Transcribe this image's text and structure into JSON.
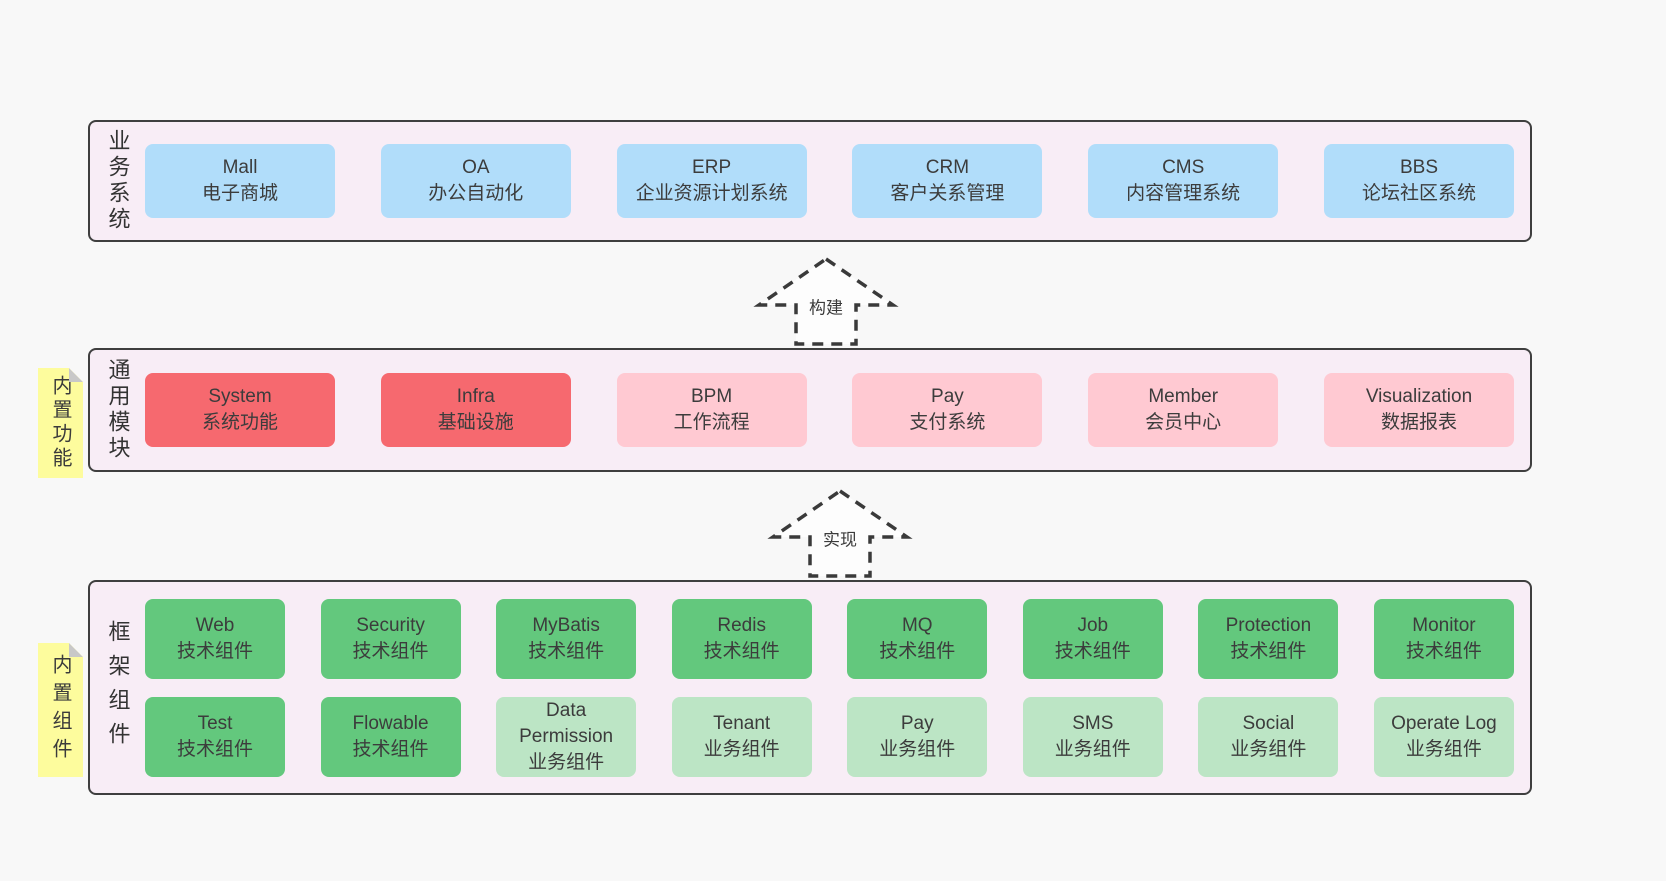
{
  "palette": {
    "page_bg": "#f8f8f8",
    "band_bg": "#f8edf6",
    "band_border": "#3f3f3f",
    "blue": "#b1ddfa",
    "red": "#f6696f",
    "pink": "#ffc9d2",
    "green": "#63c87d",
    "green_light": "#bce5c5",
    "yellow_note": "#fdfc9d",
    "note_fold": "#c8c8c8",
    "arrow_stroke": "#3a3a3a",
    "text": "#3c3c3c"
  },
  "arrows": {
    "build": "构建",
    "implement": "实现"
  },
  "bands": {
    "business": {
      "label": "业务系统",
      "boxes": [
        {
          "name": "Mall",
          "subtitle": "电子商城"
        },
        {
          "name": "OA",
          "subtitle": "办公自动化"
        },
        {
          "name": "ERP",
          "subtitle": "企业资源计划系统"
        },
        {
          "name": "CRM",
          "subtitle": "客户关系管理"
        },
        {
          "name": "CMS",
          "subtitle": "内容管理系统"
        },
        {
          "name": "BBS",
          "subtitle": "论坛社区系统"
        }
      ]
    },
    "modules": {
      "label": "通用模块",
      "note": "内置功能",
      "boxes": [
        {
          "name": "System",
          "subtitle": "系统功能"
        },
        {
          "name": "Infra",
          "subtitle": "基础设施"
        },
        {
          "name": "BPM",
          "subtitle": "工作流程"
        },
        {
          "name": "Pay",
          "subtitle": "支付系统"
        },
        {
          "name": "Member",
          "subtitle": "会员中心"
        },
        {
          "name": "Visualization",
          "subtitle": "数据报表"
        }
      ]
    },
    "components": {
      "label": "框架组件",
      "note": "内置组件",
      "rows": [
        [
          {
            "name": "Web",
            "subtitle": "技术组件"
          },
          {
            "name": "Security",
            "subtitle": "技术组件"
          },
          {
            "name": "MyBatis",
            "subtitle": "技术组件"
          },
          {
            "name": "Redis",
            "subtitle": "技术组件"
          },
          {
            "name": "MQ",
            "subtitle": "技术组件"
          },
          {
            "name": "Job",
            "subtitle": "技术组件"
          },
          {
            "name": "Protection",
            "subtitle": "技术组件"
          },
          {
            "name": "Monitor",
            "subtitle": "技术组件"
          }
        ],
        [
          {
            "name": "Test",
            "subtitle": "技术组件"
          },
          {
            "name": "Flowable",
            "subtitle": "技术组件"
          },
          {
            "name": "Data Permission",
            "subtitle": "业务组件"
          },
          {
            "name": "Tenant",
            "subtitle": "业务组件"
          },
          {
            "name": "Pay",
            "subtitle": "业务组件"
          },
          {
            "name": "SMS",
            "subtitle": "业务组件"
          },
          {
            "name": "Social",
            "subtitle": "业务组件"
          },
          {
            "name": "Operate Log",
            "subtitle": "业务组件"
          }
        ]
      ]
    }
  }
}
